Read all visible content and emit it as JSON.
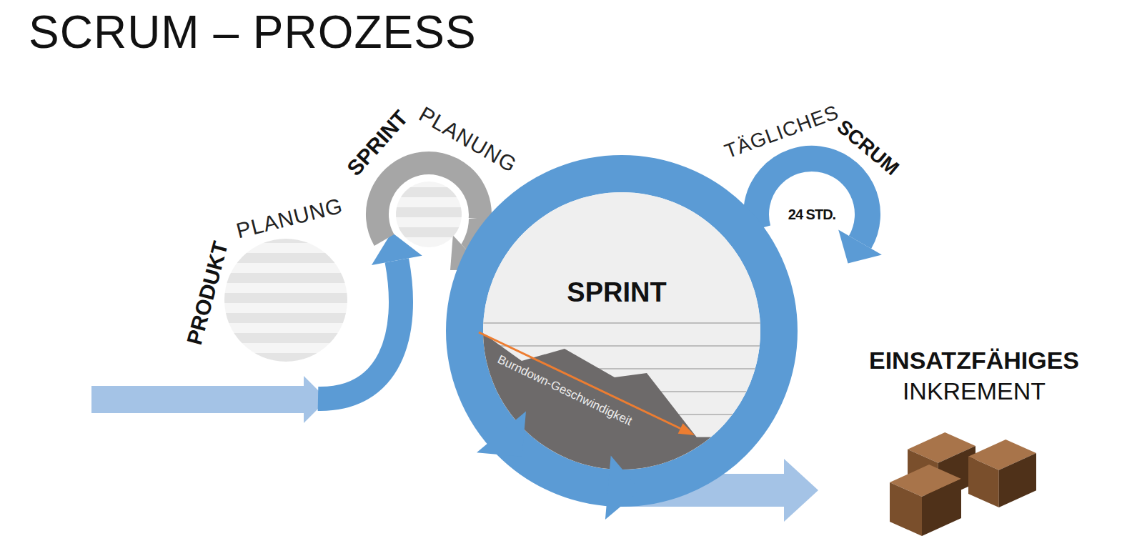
{
  "diagram": {
    "title": "SCRUM – PROZESS",
    "nodes": [
      {
        "text": [
          "PRODUKT",
          "PLANUNG"
        ]
      },
      {
        "text": [
          "SPRINT",
          "PLANUNG"
        ]
      },
      {
        "text": [
          "SPRINT",
          "Burndown-Geschwindigkeit"
        ]
      },
      {
        "text": [
          "TÄGLICHES",
          "SCRUM",
          "24 STD."
        ]
      },
      {
        "text": [
          "EINSATZFÄHIGES",
          "INKREMENT"
        ]
      }
    ],
    "edges": [
      {
        "from": 0,
        "to": 1,
        "arrow": "to"
      },
      {
        "from": 1,
        "to": 2,
        "arrow": "to"
      },
      {
        "from": 2,
        "to": 3,
        "arrow": "to"
      },
      {
        "from": 2,
        "to": 4,
        "arrow": "to"
      }
    ]
  }
}
